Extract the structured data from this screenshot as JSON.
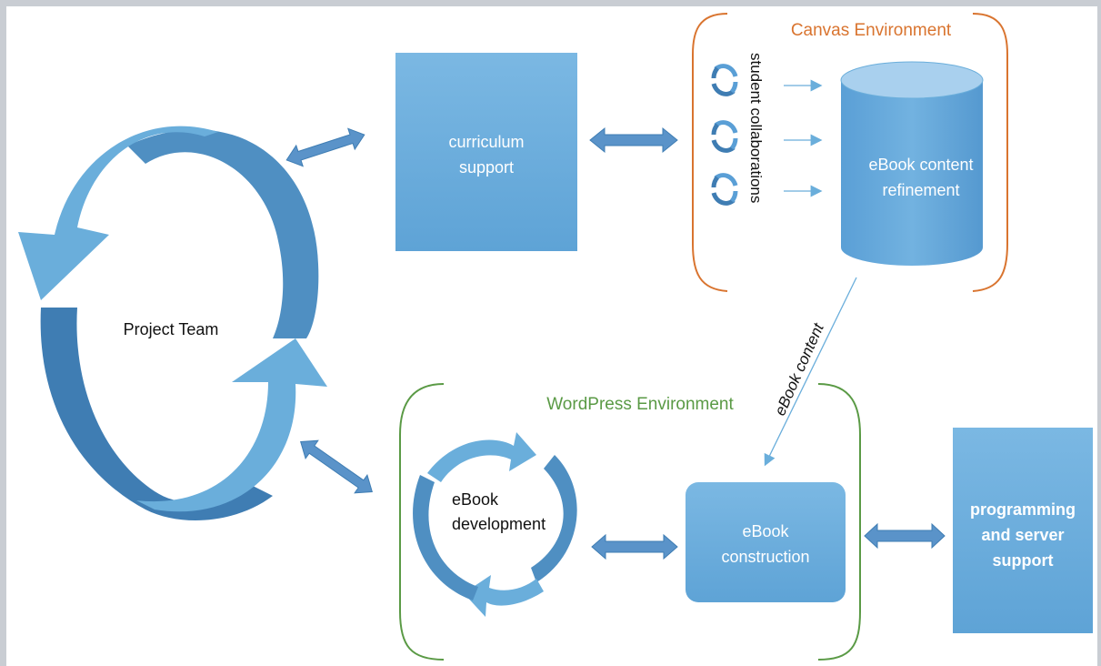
{
  "nodes": {
    "project_team": "Project Team",
    "curriculum_support": [
      "curriculum",
      "support"
    ],
    "ebook_content_refinement": [
      "eBook content",
      "refinement"
    ],
    "ebook_development": [
      "eBook",
      "development"
    ],
    "ebook_construction": [
      "eBook",
      "construction"
    ],
    "programming_server_support": [
      "programming",
      "and server",
      "support"
    ]
  },
  "groups": {
    "canvas": {
      "title": "Canvas Environment",
      "color": "#d9742f"
    },
    "wordpress": {
      "title": "WordPress Environment",
      "color": "#5a9a45"
    }
  },
  "labels": {
    "student_collaborations": "student collaborations",
    "ebook_content_edge": "eBook content"
  },
  "colors": {
    "box_fill": "#6aaedb",
    "arrow_fill": "#5a93c9",
    "ring_light": "#64a8dc",
    "ring_dark": "#3f7db3"
  }
}
